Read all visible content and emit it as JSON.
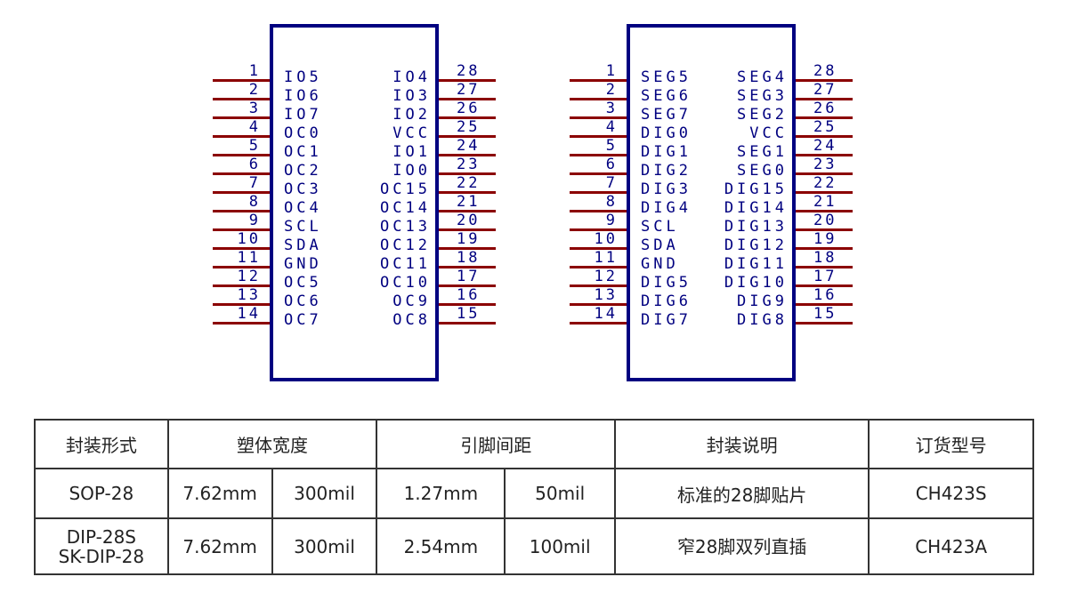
{
  "chip_left": {
    "left_pins": [
      {
        "num": "1",
        "label": "IO5"
      },
      {
        "num": "2",
        "label": "IO6"
      },
      {
        "num": "3",
        "label": "IO7"
      },
      {
        "num": "4",
        "label": "OC0"
      },
      {
        "num": "5",
        "label": "OC1"
      },
      {
        "num": "6",
        "label": "OC2"
      },
      {
        "num": "7",
        "label": "OC3"
      },
      {
        "num": "8",
        "label": "OC4"
      },
      {
        "num": "9",
        "label": "SCL"
      },
      {
        "num": "10",
        "label": "SDA"
      },
      {
        "num": "11",
        "label": "GND"
      },
      {
        "num": "12",
        "label": "OC5"
      },
      {
        "num": "13",
        "label": "OC6"
      },
      {
        "num": "14",
        "label": "OC7"
      }
    ],
    "right_pins": [
      {
        "num": "28",
        "label": "IO4"
      },
      {
        "num": "27",
        "label": "IO3"
      },
      {
        "num": "26",
        "label": "IO2"
      },
      {
        "num": "25",
        "label": "VCC"
      },
      {
        "num": "24",
        "label": "IO1"
      },
      {
        "num": "23",
        "label": "IO0"
      },
      {
        "num": "22",
        "label": "OC15"
      },
      {
        "num": "21",
        "label": "OC14"
      },
      {
        "num": "20",
        "label": "OC13"
      },
      {
        "num": "19",
        "label": "OC12"
      },
      {
        "num": "18",
        "label": "OC11"
      },
      {
        "num": "17",
        "label": "OC10"
      },
      {
        "num": "16",
        "label": "OC9"
      },
      {
        "num": "15",
        "label": "OC8"
      }
    ]
  },
  "chip_right": {
    "left_pins": [
      {
        "num": "1",
        "label": "SEG5"
      },
      {
        "num": "2",
        "label": "SEG6"
      },
      {
        "num": "3",
        "label": "SEG7"
      },
      {
        "num": "4",
        "label": "DIG0"
      },
      {
        "num": "5",
        "label": "DIG1"
      },
      {
        "num": "6",
        "label": "DIG2"
      },
      {
        "num": "7",
        "label": "DIG3"
      },
      {
        "num": "8",
        "label": "DIG4"
      },
      {
        "num": "9",
        "label": "SCL"
      },
      {
        "num": "10",
        "label": "SDA"
      },
      {
        "num": "11",
        "label": "GND"
      },
      {
        "num": "12",
        "label": "DIG5"
      },
      {
        "num": "13",
        "label": "DIG6"
      },
      {
        "num": "14",
        "label": "DIG7"
      }
    ],
    "right_pins": [
      {
        "num": "28",
        "label": "SEG4"
      },
      {
        "num": "27",
        "label": "SEG3"
      },
      {
        "num": "26",
        "label": "SEG2"
      },
      {
        "num": "25",
        "label": "VCC"
      },
      {
        "num": "24",
        "label": "SEG1"
      },
      {
        "num": "23",
        "label": "SEG0"
      },
      {
        "num": "22",
        "label": "DIG15"
      },
      {
        "num": "21",
        "label": "DIG14"
      },
      {
        "num": "20",
        "label": "DIG13"
      },
      {
        "num": "19",
        "label": "DIG12"
      },
      {
        "num": "18",
        "label": "DIG11"
      },
      {
        "num": "17",
        "label": "DIG10"
      },
      {
        "num": "16",
        "label": "DIG9"
      },
      {
        "num": "15",
        "label": "DIG8"
      }
    ]
  },
  "colors": {
    "chip_outline": "#000080",
    "pin_line": "#8b0000",
    "text": "#000080"
  },
  "table": {
    "headers": [
      "封装形式",
      "塑体宽度",
      "引脚间距",
      "封装说明",
      "订货型号"
    ],
    "rows": [
      {
        "package": "SOP-28",
        "body_mm": "7.62mm",
        "body_mil": "300mil",
        "pitch_mm": "1.27mm",
        "pitch_mil": "50mil",
        "description": "标准的28脚贴片",
        "order": "CH423S"
      },
      {
        "package": "DIP-28S",
        "package2": "SK-DIP-28",
        "body_mm": "7.62mm",
        "body_mil": "300mil",
        "pitch_mm": "2.54mm",
        "pitch_mil": "100mil",
        "description": "窄28脚双列直插",
        "order": "CH423A"
      }
    ]
  }
}
